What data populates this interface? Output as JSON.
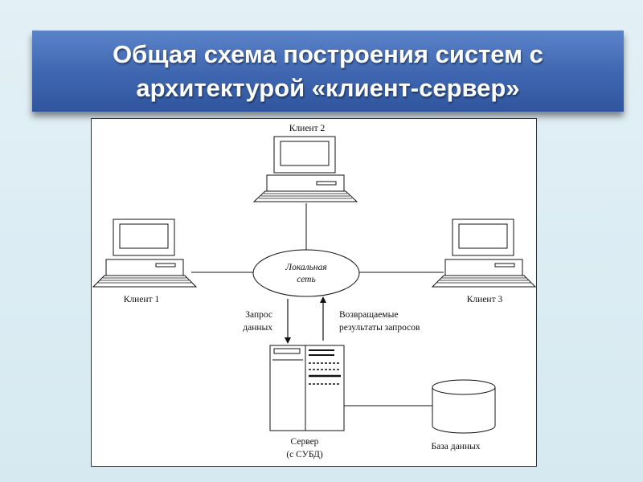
{
  "slide": {
    "title_line1": "Общая схема построения систем с",
    "title_line2": "архитектурой «клиент-сервер»"
  },
  "diagram": {
    "client1_label": "Клиент 1",
    "client2_label": "Клиент 2",
    "client3_label": "Клиент 3",
    "network_label_line1": "Локальная",
    "network_label_line2": "сеть",
    "request_label_line1": "Запрос",
    "request_label_line2": "данных",
    "results_label_line1": "Возвращаемые",
    "results_label_line2": "результаты запросов",
    "server_label_line1": "Сервер",
    "server_label_line2": "(с СУБД)",
    "database_label": "База данных"
  }
}
